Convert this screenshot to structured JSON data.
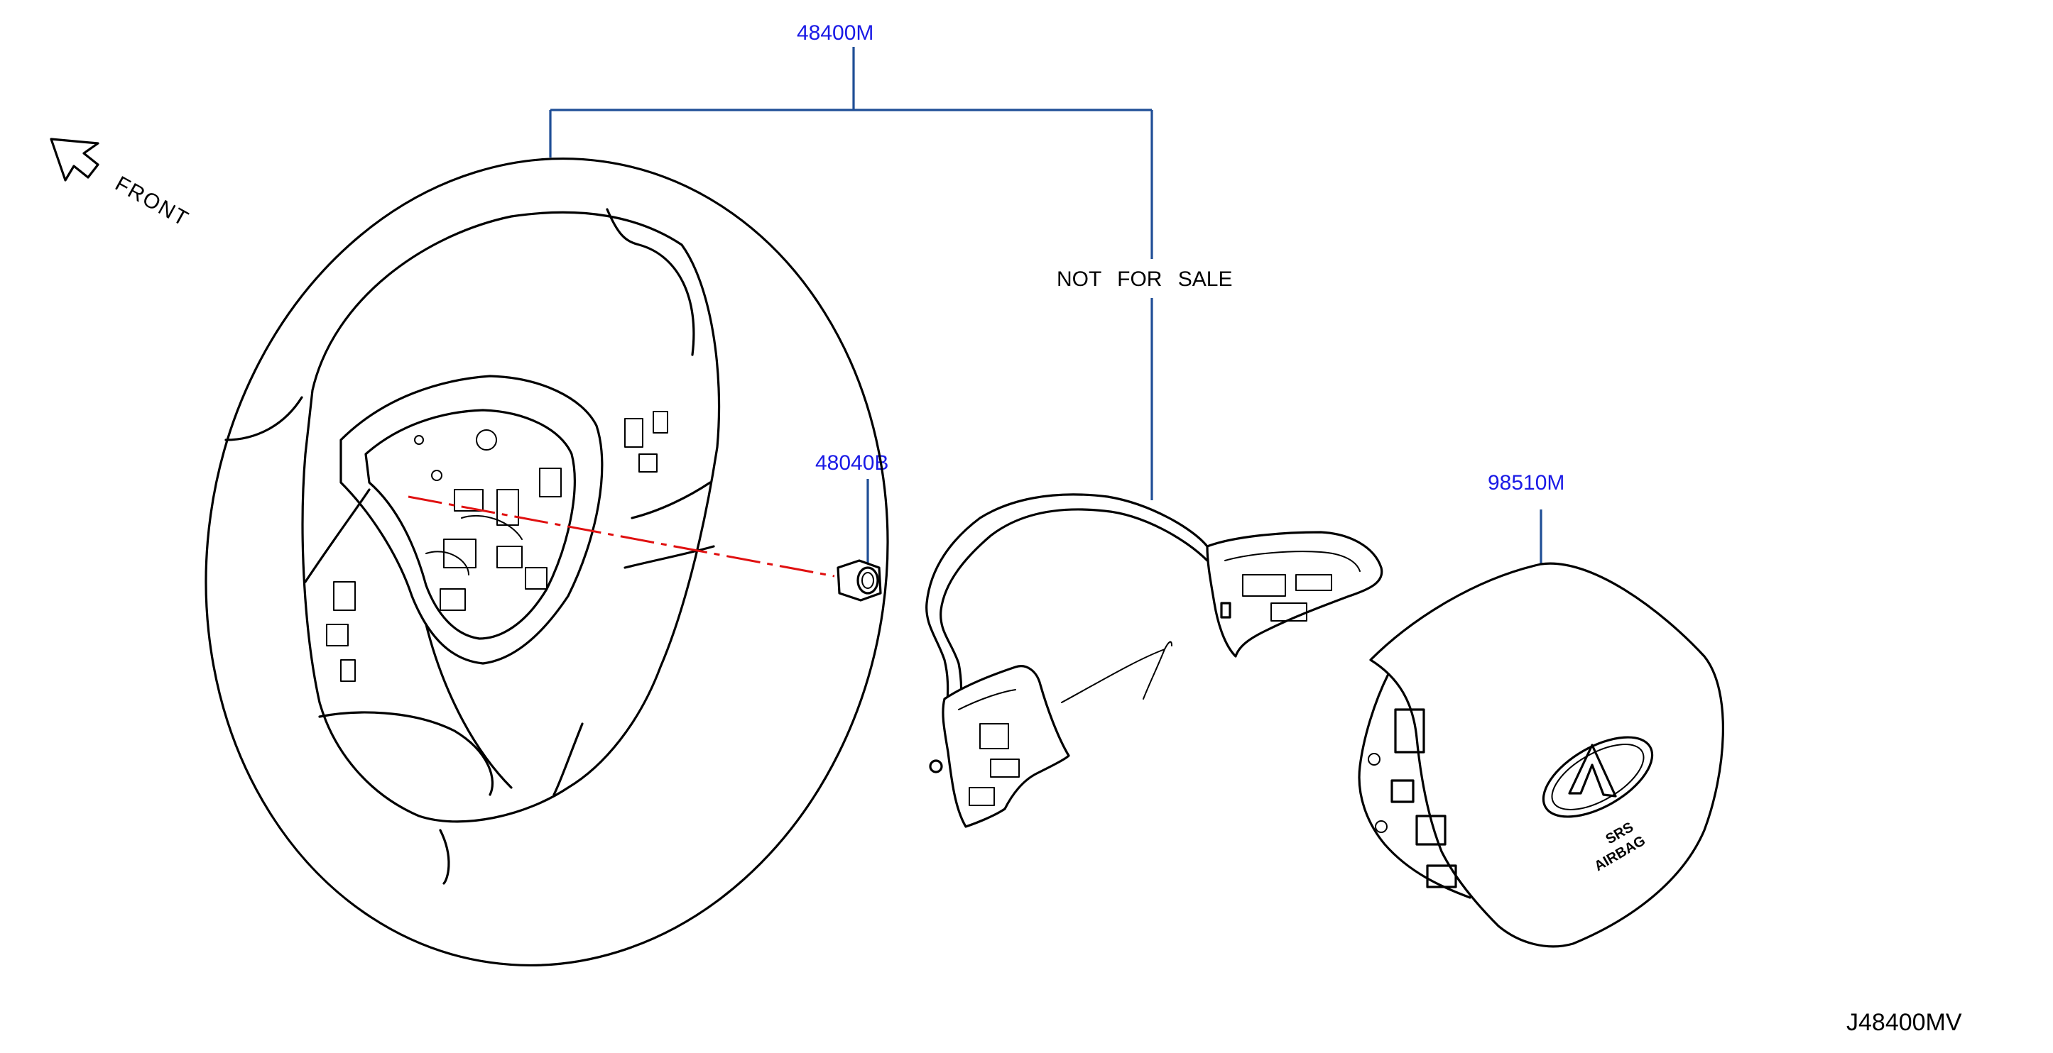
{
  "callouts": {
    "steering_wheel_assy": "48400M",
    "nut": "48040B",
    "airbag_module": "98510M"
  },
  "notes": {
    "not_for_sale": "NOT FOR SALE",
    "front": "FRONT",
    "airbag_marking_1": "SRS",
    "airbag_marking_2": "AIRBAG"
  },
  "diagram_code": "J48400MV",
  "colors": {
    "callout_text": "#1a1ae6",
    "leader_line": "#1f4e96",
    "centerline": "#e01010",
    "ink": "#000000"
  }
}
